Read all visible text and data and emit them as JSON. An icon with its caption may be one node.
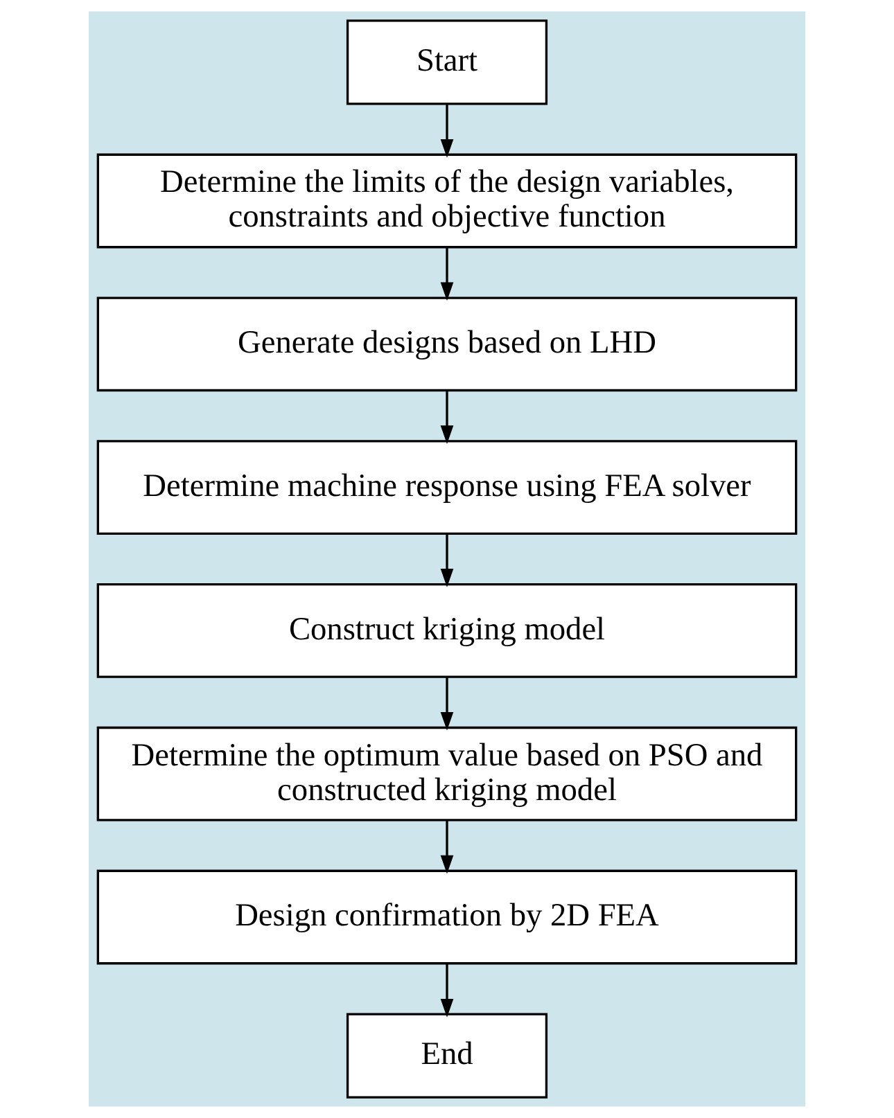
{
  "diagram": {
    "nodes": [
      {
        "text": [
          "Start"
        ]
      },
      {
        "text": [
          "Determine the limits of the design variables, constraints and objective function"
        ]
      },
      {
        "text": [
          "Generate designs based on LHD"
        ]
      },
      {
        "text": [
          "Determine machine response using FEA solver"
        ]
      },
      {
        "text": [
          "Construct kriging model"
        ]
      },
      {
        "text": [
          "Determine the optimum value based on PSO and constructed kriging model"
        ]
      },
      {
        "text": [
          "Design confirmation by 2D FEA"
        ]
      },
      {
        "text": [
          "End"
        ]
      }
    ],
    "edges": [
      {
        "from": 0,
        "to": 1,
        "arrow": "to"
      },
      {
        "from": 1,
        "to": 2,
        "arrow": "to"
      },
      {
        "from": 2,
        "to": 3,
        "arrow": "to"
      },
      {
        "from": 3,
        "to": 4,
        "arrow": "to"
      },
      {
        "from": 4,
        "to": 5,
        "arrow": "to"
      },
      {
        "from": 5,
        "to": 6,
        "arrow": "to"
      },
      {
        "from": 6,
        "to": 7,
        "arrow": "to"
      }
    ]
  }
}
